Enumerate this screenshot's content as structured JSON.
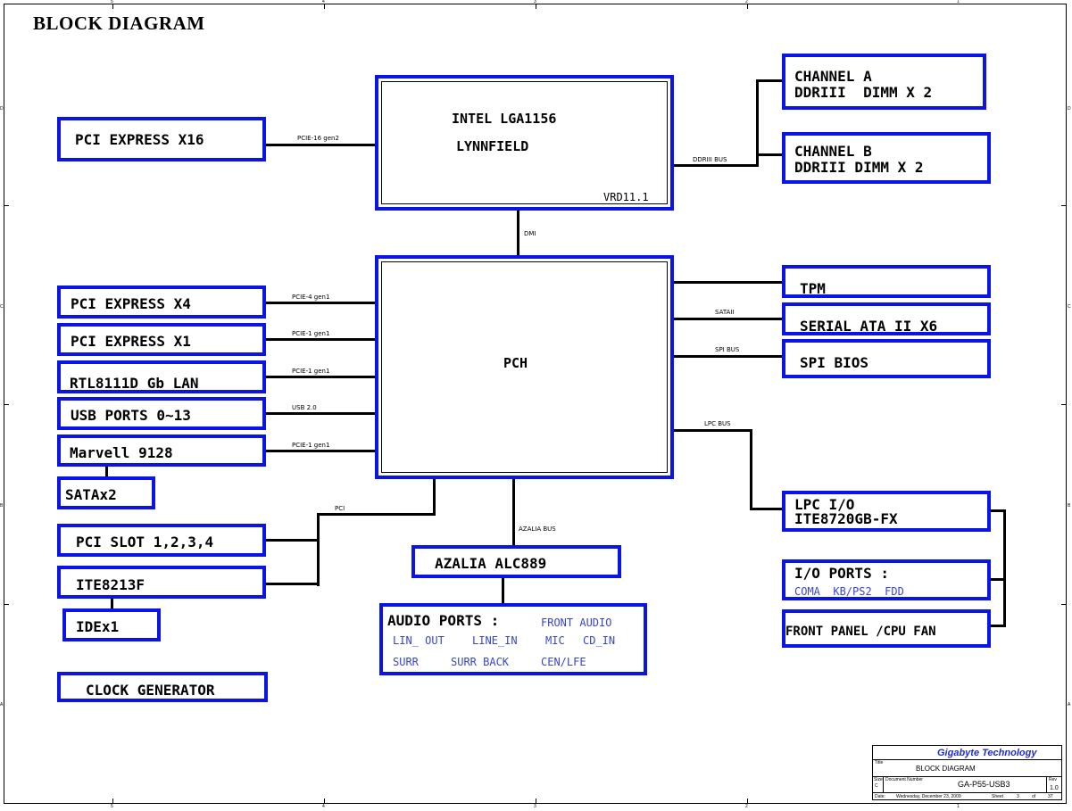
{
  "title": "BLOCK DIAGRAM",
  "cpu": {
    "line1": "INTEL LGA1156",
    "line2": "LYNNFIELD",
    "vrd": "VRD11.1"
  },
  "pch": {
    "label": "PCH"
  },
  "left_blocks": {
    "pcie16": "PCI EXPRESS X16",
    "pcie4": "PCI EXPRESS X4",
    "pcie1": "PCI EXPRESS X1",
    "lan": "RTL8111D Gb LAN",
    "usb": "USB PORTS 0~13",
    "marvell": "Marvell 9128",
    "sata2": "SATAx2",
    "pci_slot": "PCI SLOT 1,2,3,4",
    "ite8213": "ITE8213F",
    "ide": "IDEx1",
    "clock": "CLOCK GENERATOR"
  },
  "right_blocks": {
    "chan_a_1": "CHANNEL A",
    "chan_a_2": "DDRIII  DIMM X 2",
    "chan_b_1": "CHANNEL B",
    "chan_b_2": "DDRIII DIMM X 2",
    "tpm": "TPM",
    "sata": "SERIAL ATA II X6",
    "spi": "SPI BIOS",
    "lpc_1": "LPC I/O",
    "lpc_2": "ITE8720GB-FX",
    "io_1": "I/O PORTS :",
    "io_2": "COMA  KB/PS2  FDD",
    "front": "FRONT PANEL /CPU FAN"
  },
  "audio": {
    "azalia": "AZALIA ALC889",
    "ports_title": "AUDIO PORTS :",
    "front_audio": "FRONT AUDIO",
    "lin_out": "LIN_ OUT",
    "line_in": "LINE_IN",
    "mic": "MIC",
    "cd_in": "CD_IN",
    "surr": "SURR",
    "surr_back": "SURR BACK",
    "cen_lfe": "CEN/LFE"
  },
  "buses": {
    "pcie16": "PCIE-16 gen2",
    "ddr": "DDRIII BUS",
    "dmi": "DMI",
    "pcie4": "PCIE-4 gen1",
    "pcie1a": "PCIE-1 gen1",
    "pcie1b": "PCIE-1 gen1",
    "usb": "USB 2.0",
    "pcie1c": "PCIE-1 gen1",
    "sata": "SATAII",
    "spi": "SPI BUS",
    "lpc": "LPC BUS",
    "pci": "PCI",
    "azalia": "AZALIA BUS"
  },
  "title_block": {
    "company": "Gigabyte Technology",
    "title_label": "Title",
    "title": "BLOCK DIAGRAM",
    "size_label": "Size",
    "size": "C",
    "doc_label": "Document Number",
    "doc": "GA-P55-USB3",
    "rev_label": "Rev",
    "rev": "1.0",
    "date_label": "Date:",
    "date": "Wednesday, December 23, 2009",
    "sheet_label": "Sheet",
    "sheet": "3",
    "of_label": "of",
    "of": "37"
  },
  "border_markers": {
    "top": [
      "5",
      "4",
      "3",
      "2",
      "1"
    ],
    "bottom": [
      "5",
      "4",
      "3",
      "2",
      "1"
    ],
    "left": [
      "D",
      "C",
      "B",
      "A"
    ],
    "right": [
      "D",
      "C",
      "B",
      "A"
    ]
  },
  "colors": {
    "block_border": "#0a14e6",
    "line": "#000000",
    "title_blue": "#1e2ad4"
  }
}
